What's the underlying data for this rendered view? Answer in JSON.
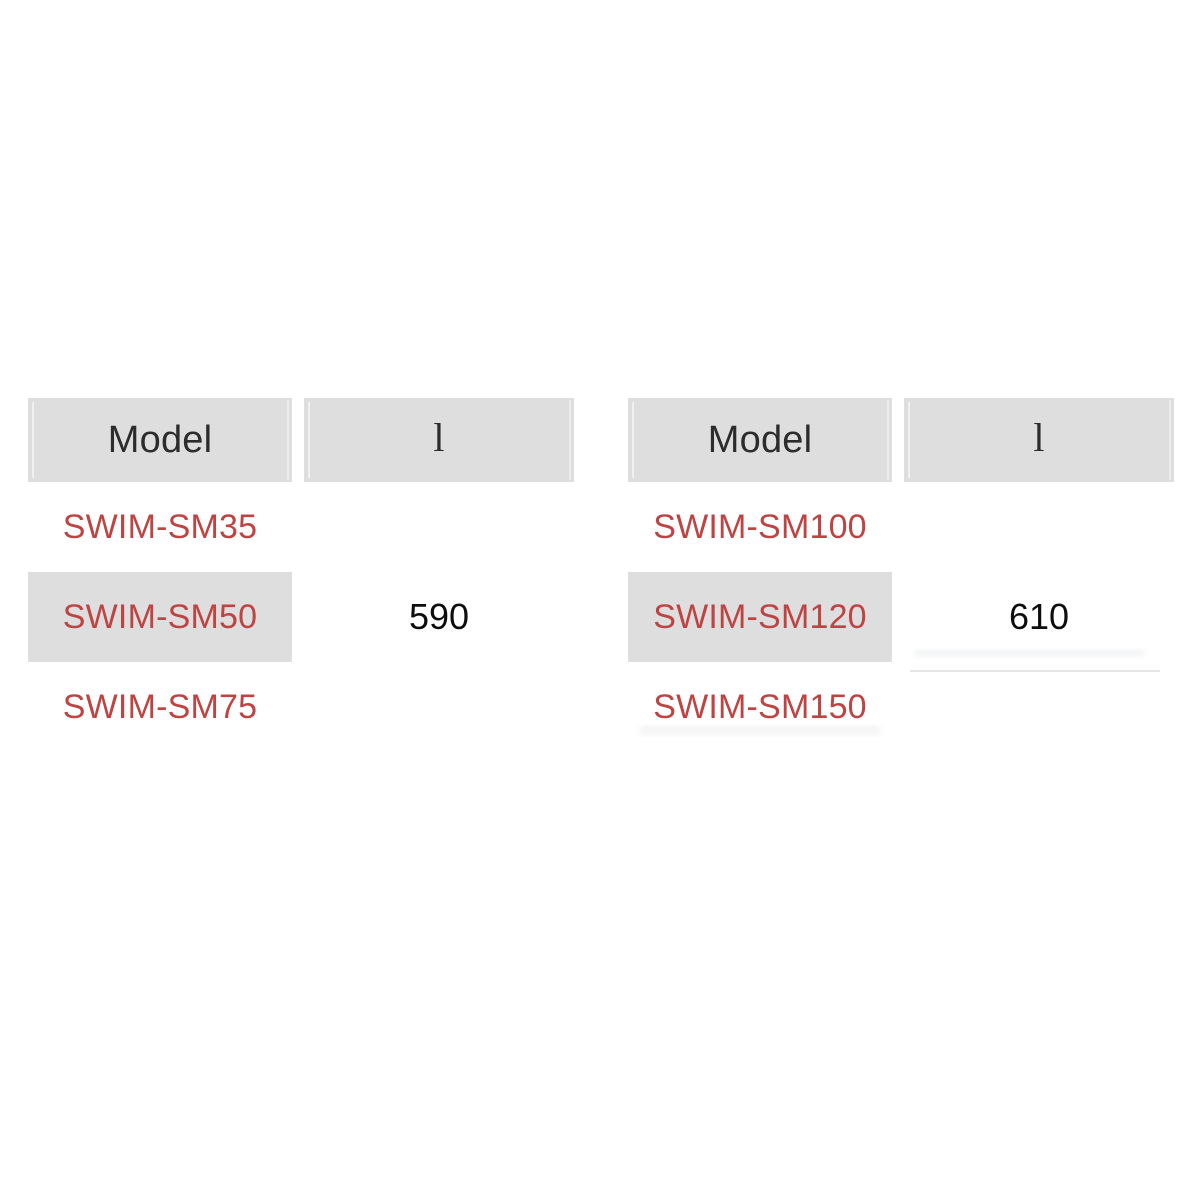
{
  "page": {
    "background_color": "#ffffff",
    "accent_color": "#bd4442",
    "header_fill_color": "#dedede",
    "text_color": "#2c2c2c"
  },
  "tables": [
    {
      "id": "table-left",
      "columns": [
        {
          "key": "model",
          "label": "Model"
        },
        {
          "key": "value",
          "label": "l"
        }
      ],
      "rows": [
        {
          "model": "SWIM-SM35",
          "value": "",
          "highlight": false
        },
        {
          "model": "SWIM-SM50",
          "value": "590",
          "highlight": true
        },
        {
          "model": "SWIM-SM75",
          "value": "",
          "highlight": false
        }
      ]
    },
    {
      "id": "table-right",
      "columns": [
        {
          "key": "model",
          "label": "Model"
        },
        {
          "key": "value",
          "label": "l"
        }
      ],
      "rows": [
        {
          "model": "SWIM-SM100",
          "value": "",
          "highlight": false
        },
        {
          "model": "SWIM-SM120",
          "value": "610",
          "highlight": true
        },
        {
          "model": "SWIM-SM150",
          "value": "",
          "highlight": false
        }
      ]
    }
  ]
}
